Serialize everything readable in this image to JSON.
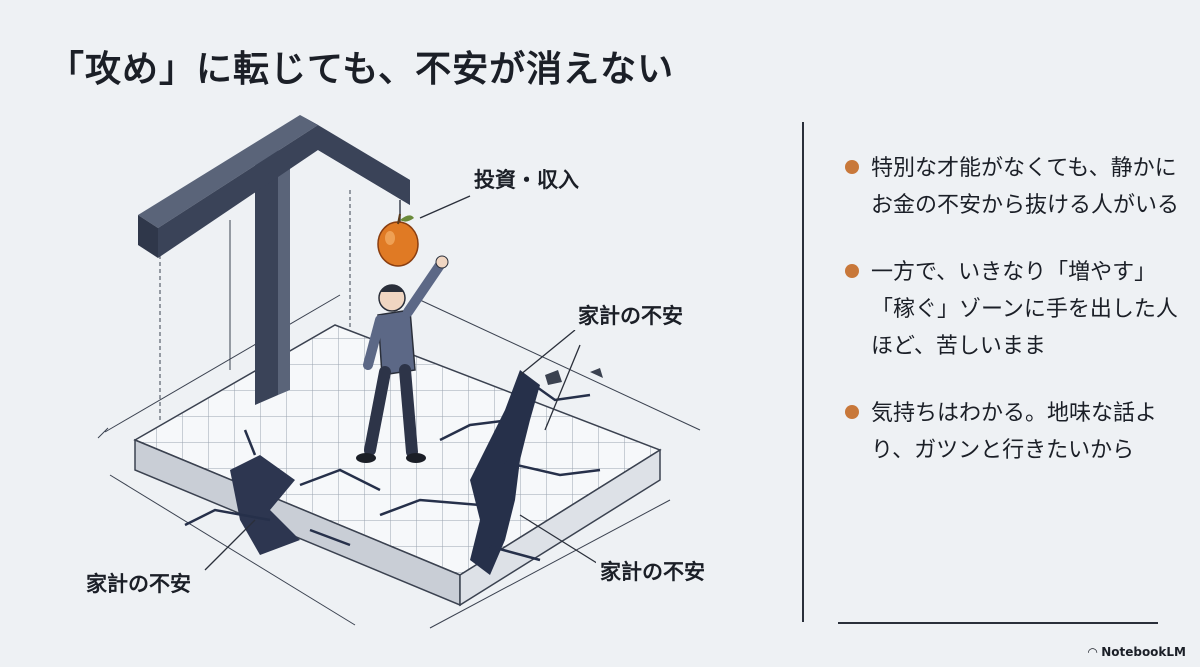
{
  "title": "「攻め」に転じても、不安が消えない",
  "labels": {
    "top": "投資・収入",
    "mid_right": "家計の不安",
    "bottom_left": "家計の不安",
    "bottom_right": "家計の不安"
  },
  "bullets": [
    {
      "text": "特別な才能がなくても、静かにお金の不安から抜ける人がいる"
    },
    {
      "text": "一方で、いきなり「増やす」「稼ぐ」ゾーンに手を出した人ほど、苦しいまま"
    },
    {
      "text": "気持ちはわかる。地味な話より、ガツンと行きたいから"
    }
  ],
  "brand": "NotebookLM",
  "colors": {
    "background": "#eef1f4",
    "accent_bullet": "#c8783a",
    "beam": "#3a4358",
    "apple": "#e07a24"
  },
  "icons": [
    "steel-beam-icon",
    "apple-icon",
    "person-icon",
    "cracked-floor-icon",
    "notebooklm-logo-icon"
  ]
}
